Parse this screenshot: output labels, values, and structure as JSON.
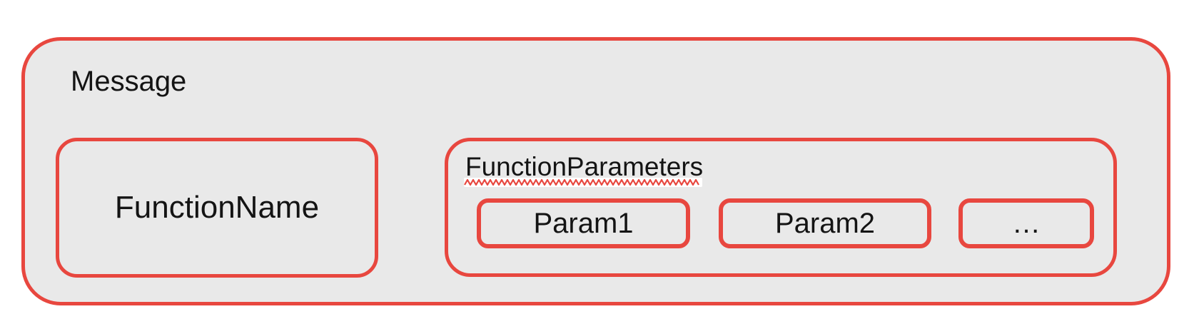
{
  "colors": {
    "accent_red": "#e8473f",
    "box_fill": "#e9e9e9",
    "text": "#141414",
    "background": "#ffffff",
    "squiggle_band": "#ffffff"
  },
  "message": {
    "label": "Message"
  },
  "function_name": {
    "label": "FunctionName"
  },
  "function_parameters": {
    "label": "FunctionParameters",
    "params": [
      {
        "label": "Param1"
      },
      {
        "label": "Param2"
      },
      {
        "label": "…"
      }
    ]
  }
}
